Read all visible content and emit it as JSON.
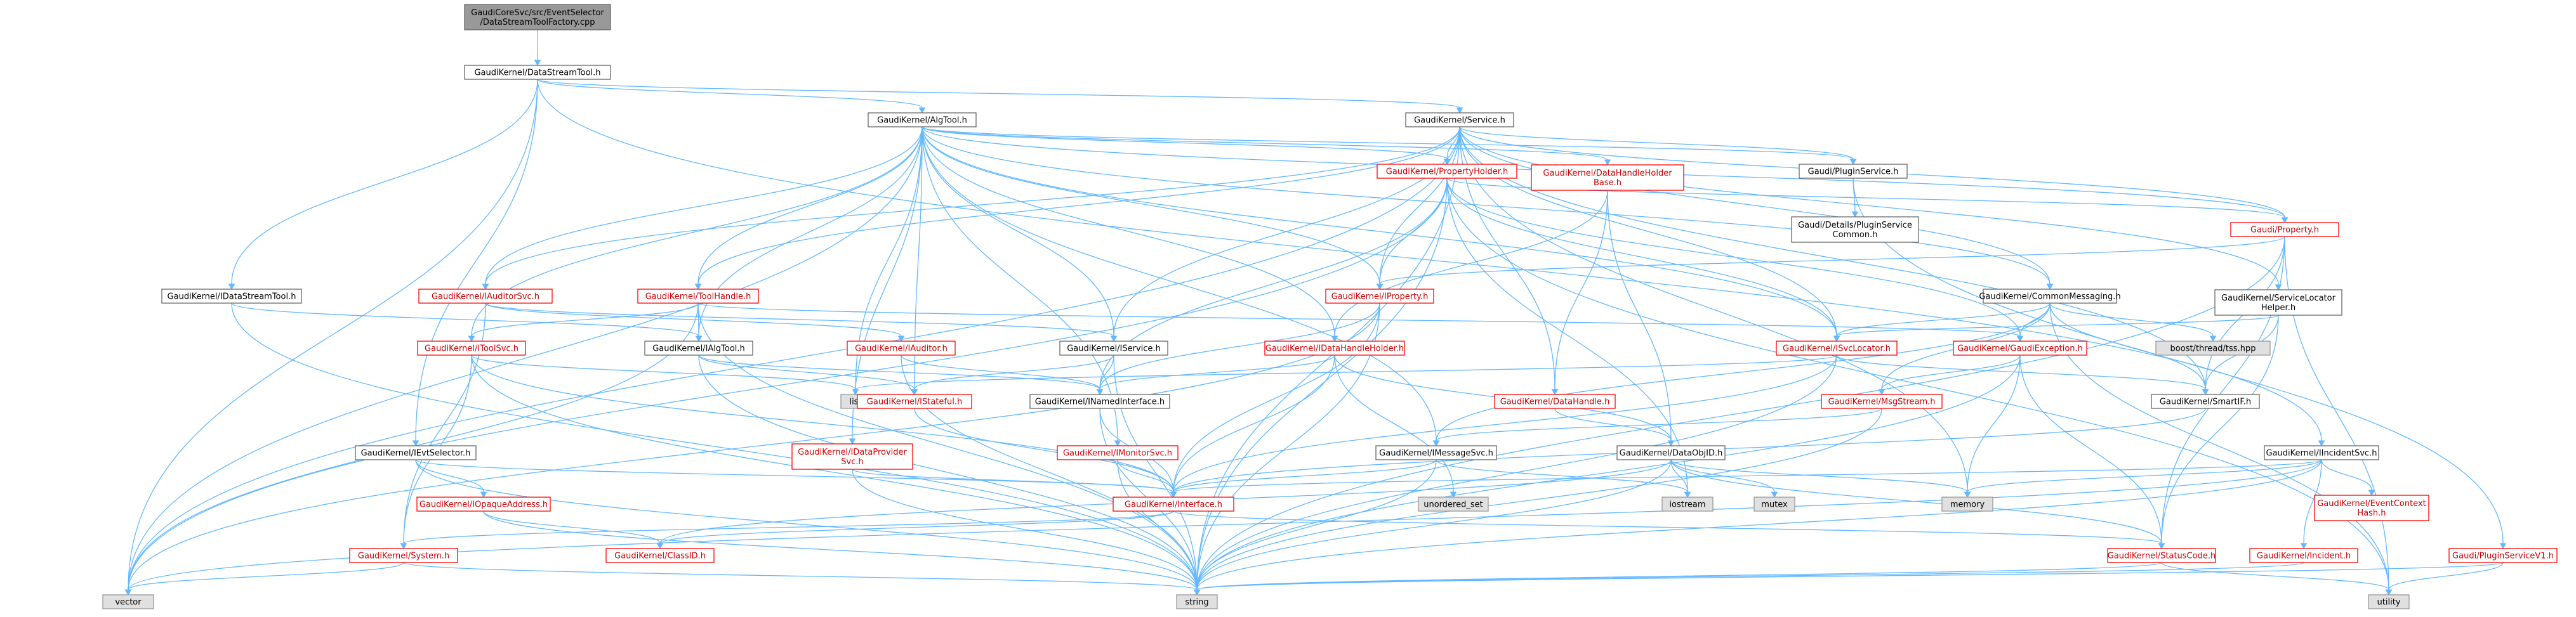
{
  "diagram": {
    "kind": "include-dependency-graph",
    "colors": {
      "edge": "#63b8ff",
      "truncated_border": "#ff0000",
      "system_fill": "#e0e0e0",
      "root_fill": "#999999"
    },
    "nodes": {
      "root": {
        "label": [
          "GaudiCoreSvc/src/EventSelector",
          "/DataStreamToolFactory.cpp"
        ],
        "style": "root"
      },
      "dst": {
        "label": [
          "GaudiKernel/DataStreamTool.h"
        ],
        "style": "plain"
      },
      "algtool": {
        "label": [
          "GaudiKernel/AlgTool.h"
        ],
        "style": "plain"
      },
      "service": {
        "label": [
          "GaudiKernel/Service.h"
        ],
        "style": "plain"
      },
      "idst": {
        "label": [
          "GaudiKernel/IDataStreamTool.h"
        ],
        "style": "plain"
      },
      "propholder": {
        "label": [
          "GaudiKernel/PropertyHolder.h"
        ],
        "style": "trunc"
      },
      "dhholderbase": {
        "label": [
          "GaudiKernel/DataHandleHolder",
          "Base.h"
        ],
        "style": "trunc"
      },
      "pluginsvc": {
        "label": [
          "Gaudi/PluginService.h"
        ],
        "style": "plain"
      },
      "pluginsvccommon": {
        "label": [
          "Gaudi/Details/PluginService",
          "Common.h"
        ],
        "style": "plain"
      },
      "property": {
        "label": [
          "Gaudi/Property.h"
        ],
        "style": "trunc"
      },
      "iauditorsvc": {
        "label": [
          "GaudiKernel/IAuditorSvc.h"
        ],
        "style": "trunc"
      },
      "toolhandle": {
        "label": [
          "GaudiKernel/ToolHandle.h"
        ],
        "style": "trunc"
      },
      "iproperty": {
        "label": [
          "GaudiKernel/IProperty.h"
        ],
        "style": "trunc"
      },
      "commonmsg": {
        "label": [
          "GaudiKernel/CommonMessaging.h"
        ],
        "style": "plain"
      },
      "svclocator": {
        "label": [
          "GaudiKernel/ServiceLocator",
          "Helper.h"
        ],
        "style": "plain"
      },
      "itoolsvc": {
        "label": [
          "GaudiKernel/IToolSvc.h"
        ],
        "style": "trunc"
      },
      "ialgtool": {
        "label": [
          "GaudiKernel/IAlgTool.h"
        ],
        "style": "plain"
      },
      "iauditor": {
        "label": [
          "GaudiKernel/IAuditor.h"
        ],
        "style": "trunc"
      },
      "iservice": {
        "label": [
          "GaudiKernel/IService.h"
        ],
        "style": "plain"
      },
      "dhholder": {
        "label": [
          "GaudiKernel/IDataHandleHolder.h"
        ],
        "style": "trunc"
      },
      "isvclocator": {
        "label": [
          "GaudiKernel/ISvcLocator.h"
        ],
        "style": "trunc"
      },
      "gaudiexc": {
        "label": [
          "GaudiKernel/GaudiException.h"
        ],
        "style": "trunc"
      },
      "boosttss": {
        "label": [
          "boost/thread/tss.hpp"
        ],
        "style": "sys"
      },
      "list": {
        "label": [
          "list"
        ],
        "style": "sys"
      },
      "istateful": {
        "label": [
          "GaudiKernel/IStateful.h"
        ],
        "style": "trunc"
      },
      "inamed": {
        "label": [
          "GaudiKernel/INamedInterface.h"
        ],
        "style": "plain"
      },
      "datahandle": {
        "label": [
          "GaudiKernel/DataHandle.h"
        ],
        "style": "trunc"
      },
      "msgstream": {
        "label": [
          "GaudiKernel/MsgStream.h"
        ],
        "style": "trunc"
      },
      "smartif": {
        "label": [
          "GaudiKernel/SmartIF.h"
        ],
        "style": "plain"
      },
      "ievtsel": {
        "label": [
          "GaudiKernel/IEvtSelector.h"
        ],
        "style": "plain"
      },
      "idataprov": {
        "label": [
          "GaudiKernel/IDataProvider",
          "Svc.h"
        ],
        "style": "trunc"
      },
      "imonitor": {
        "label": [
          "GaudiKernel/IMonitorSvc.h"
        ],
        "style": "trunc"
      },
      "imessage": {
        "label": [
          "GaudiKernel/IMessageSvc.h"
        ],
        "style": "plain"
      },
      "dataobjid": {
        "label": [
          "GaudiKernel/DataObjID.h"
        ],
        "style": "plain"
      },
      "iincident": {
        "label": [
          "GaudiKernel/IIncidentSvc.h"
        ],
        "style": "plain"
      },
      "iopaque": {
        "label": [
          "GaudiKernel/IOpaqueAddress.h"
        ],
        "style": "trunc"
      },
      "unorderedset": {
        "label": [
          "unordered_set"
        ],
        "style": "sys"
      },
      "interface": {
        "label": [
          "GaudiKernel/Interface.h"
        ],
        "style": "trunc"
      },
      "iostream": {
        "label": [
          "iostream"
        ],
        "style": "sys"
      },
      "mutex": {
        "label": [
          "mutex"
        ],
        "style": "sys"
      },
      "memory": {
        "label": [
          "memory"
        ],
        "style": "sys"
      },
      "evtctxhash": {
        "label": [
          "GaudiKernel/EventContext",
          "Hash.h"
        ],
        "style": "trunc"
      },
      "system": {
        "label": [
          "GaudiKernel/System.h"
        ],
        "style": "trunc"
      },
      "classid": {
        "label": [
          "GaudiKernel/ClassID.h"
        ],
        "style": "trunc"
      },
      "statuscode": {
        "label": [
          "GaudiKernel/StatusCode.h"
        ],
        "style": "trunc"
      },
      "incident": {
        "label": [
          "GaudiKernel/Incident.h"
        ],
        "style": "trunc"
      },
      "pluginsvcv1": {
        "label": [
          "Gaudi/PluginServiceV1.h"
        ],
        "style": "trunc"
      },
      "vector": {
        "label": [
          "vector"
        ],
        "style": "sys"
      },
      "string": {
        "label": [
          "string"
        ],
        "style": "sys"
      },
      "utility": {
        "label": [
          "utility"
        ],
        "style": "sys"
      }
    },
    "edges": [
      [
        "root",
        "dst"
      ],
      [
        "dst",
        "algtool"
      ],
      [
        "dst",
        "service"
      ],
      [
        "dst",
        "idst"
      ],
      [
        "dst",
        "ievtsel"
      ],
      [
        "dst",
        "iincident"
      ],
      [
        "dst",
        "vector"
      ],
      [
        "algtool",
        "propholder"
      ],
      [
        "algtool",
        "dhholderbase"
      ],
      [
        "algtool",
        "iauditorsvc"
      ],
      [
        "algtool",
        "toolhandle"
      ],
      [
        "algtool",
        "iproperty"
      ],
      [
        "algtool",
        "commonmsg"
      ],
      [
        "algtool",
        "itoolsvc"
      ],
      [
        "algtool",
        "ialgtool"
      ],
      [
        "algtool",
        "iservice"
      ],
      [
        "algtool",
        "dhholder"
      ],
      [
        "algtool",
        "isvclocator"
      ],
      [
        "algtool",
        "istateful"
      ],
      [
        "algtool",
        "idataprov"
      ],
      [
        "algtool",
        "imonitor"
      ],
      [
        "algtool",
        "imessage"
      ],
      [
        "algtool",
        "list"
      ],
      [
        "algtool",
        "vector"
      ],
      [
        "algtool",
        "pluginsvc"
      ],
      [
        "algtool",
        "property"
      ],
      [
        "service",
        "propholder"
      ],
      [
        "service",
        "pluginsvc"
      ],
      [
        "service",
        "property"
      ],
      [
        "service",
        "iauditorsvc"
      ],
      [
        "service",
        "iproperty"
      ],
      [
        "service",
        "commonmsg"
      ],
      [
        "service",
        "svclocator"
      ],
      [
        "service",
        "iservice"
      ],
      [
        "service",
        "isvclocator"
      ],
      [
        "service",
        "datahandle"
      ],
      [
        "service",
        "smartif"
      ],
      [
        "service",
        "toolhandle"
      ],
      [
        "service",
        "memory"
      ],
      [
        "service",
        "vector"
      ],
      [
        "service",
        "string"
      ],
      [
        "idst",
        "ialgtool"
      ],
      [
        "idst",
        "string"
      ],
      [
        "propholder",
        "property"
      ],
      [
        "propholder",
        "iproperty"
      ],
      [
        "propholder",
        "inamed"
      ],
      [
        "propholder",
        "isvclocator"
      ],
      [
        "propholder",
        "gaudiexc"
      ],
      [
        "propholder",
        "iostream"
      ],
      [
        "propholder",
        "string"
      ],
      [
        "propholder",
        "utility"
      ],
      [
        "propholder",
        "vector"
      ],
      [
        "dhholderbase",
        "dhholder"
      ],
      [
        "dhholderbase",
        "datahandle"
      ],
      [
        "dhholderbase",
        "dataobjid"
      ],
      [
        "pluginsvc",
        "pluginsvccommon"
      ],
      [
        "pluginsvc",
        "pluginsvcv1"
      ],
      [
        "property",
        "iproperty"
      ],
      [
        "property",
        "smartif"
      ],
      [
        "property",
        "statuscode"
      ],
      [
        "property",
        "utility"
      ],
      [
        "property",
        "string"
      ],
      [
        "iauditorsvc",
        "iauditor"
      ],
      [
        "iauditorsvc",
        "iservice"
      ],
      [
        "iauditorsvc",
        "system"
      ],
      [
        "toolhandle",
        "ialgtool"
      ],
      [
        "toolhandle",
        "itoolsvc"
      ],
      [
        "toolhandle",
        "gaudiexc"
      ],
      [
        "toolhandle",
        "string"
      ],
      [
        "toolhandle",
        "vector"
      ],
      [
        "iproperty",
        "inamed"
      ],
      [
        "iproperty",
        "interface"
      ],
      [
        "iproperty",
        "string"
      ],
      [
        "iproperty",
        "vector"
      ],
      [
        "commonmsg",
        "imessage"
      ],
      [
        "commonmsg",
        "isvclocator"
      ],
      [
        "commonmsg",
        "msgstream"
      ],
      [
        "commonmsg",
        "boosttss"
      ],
      [
        "commonmsg",
        "gaudiexc"
      ],
      [
        "commonmsg",
        "smartif"
      ],
      [
        "commonmsg",
        "utility"
      ],
      [
        "svclocator",
        "isvclocator"
      ],
      [
        "svclocator",
        "smartif"
      ],
      [
        "svclocator",
        "statuscode"
      ],
      [
        "itoolsvc",
        "interface"
      ],
      [
        "itoolsvc",
        "system"
      ],
      [
        "itoolsvc",
        "list"
      ],
      [
        "itoolsvc",
        "string"
      ],
      [
        "ialgtool",
        "inamed"
      ],
      [
        "ialgtool",
        "istateful"
      ],
      [
        "ialgtool",
        "string"
      ],
      [
        "iauditor",
        "inamed"
      ],
      [
        "iauditor",
        "string"
      ],
      [
        "iservice",
        "inamed"
      ],
      [
        "iservice",
        "istateful"
      ],
      [
        "iservice",
        "string"
      ],
      [
        "dhholder",
        "inamed"
      ],
      [
        "dhholder",
        "dataobjid"
      ],
      [
        "dhholder",
        "interface"
      ],
      [
        "dhholder",
        "unorderedset"
      ],
      [
        "isvclocator",
        "interface"
      ],
      [
        "isvclocator",
        "smartif"
      ],
      [
        "isvclocator",
        "list"
      ],
      [
        "isvclocator",
        "string"
      ],
      [
        "gaudiexc",
        "msgstream"
      ],
      [
        "gaudiexc",
        "statuscode"
      ],
      [
        "gaudiexc",
        "string"
      ],
      [
        "gaudiexc",
        "memory"
      ],
      [
        "istateful",
        "interface"
      ],
      [
        "inamed",
        "interface"
      ],
      [
        "inamed",
        "string"
      ],
      [
        "datahandle",
        "dataobjid"
      ],
      [
        "msgstream",
        "imessage"
      ],
      [
        "msgstream",
        "string"
      ],
      [
        "smartif",
        "interface"
      ],
      [
        "ievtsel",
        "interface"
      ],
      [
        "ievtsel",
        "iopaque"
      ],
      [
        "ievtsel",
        "string"
      ],
      [
        "idataprov",
        "interface"
      ],
      [
        "idataprov",
        "string"
      ],
      [
        "imonitor",
        "interface"
      ],
      [
        "imonitor",
        "string"
      ],
      [
        "imessage",
        "interface"
      ],
      [
        "imessage",
        "iostream"
      ],
      [
        "imessage",
        "string"
      ],
      [
        "dataobjid",
        "classid"
      ],
      [
        "dataobjid",
        "statuscode"
      ],
      [
        "dataobjid",
        "iostream"
      ],
      [
        "dataobjid",
        "memory"
      ],
      [
        "dataobjid",
        "mutex"
      ],
      [
        "dataobjid",
        "string"
      ],
      [
        "iincident",
        "interface"
      ],
      [
        "iincident",
        "evtctxhash"
      ],
      [
        "iincident",
        "incident"
      ],
      [
        "iincident",
        "memory"
      ],
      [
        "iincident",
        "string"
      ],
      [
        "iincident",
        "vector"
      ],
      [
        "iopaque",
        "classid"
      ],
      [
        "iopaque",
        "string"
      ],
      [
        "interface",
        "system"
      ],
      [
        "interface",
        "classid"
      ],
      [
        "interface",
        "statuscode"
      ],
      [
        "system",
        "vector"
      ],
      [
        "system",
        "string"
      ],
      [
        "statuscode",
        "string"
      ],
      [
        "statuscode",
        "utility"
      ],
      [
        "incident",
        "string"
      ],
      [
        "pluginsvcv1",
        "string"
      ],
      [
        "pluginsvcv1",
        "utility"
      ]
    ]
  }
}
